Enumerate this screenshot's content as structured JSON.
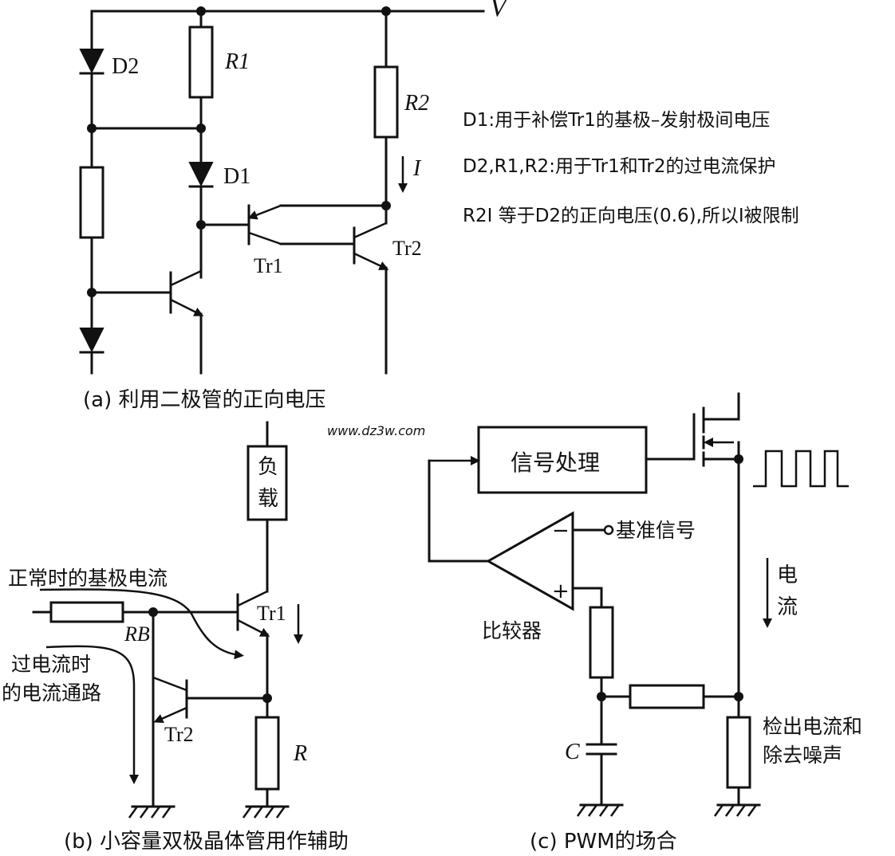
{
  "watermark": "www.dz3w.com",
  "part_a": {
    "caption": "(a) 利用二极管的正向电压",
    "supply_label": "V",
    "d2": "D2",
    "d1": "D1",
    "r1": "R1",
    "r2": "R2",
    "current": "I",
    "tr1": "Tr1",
    "tr2": "Tr2",
    "note_lines": [
      "D1:用于补偿Tr1的基极–发射极间电压",
      "D2,R1,R2:用于Tr1和Tr2的过电流保护",
      "R2I 等于D2的正向电压(0.6),所以I被限制"
    ]
  },
  "part_b": {
    "caption": "(b) 小容量双极晶体管用作辅助",
    "load_line1": "负",
    "load_line2": "载",
    "normal_base_current": "正常时的基极电流",
    "overcurrent_path_line1": "过电流时",
    "overcurrent_path_line2": "的电流通路",
    "rb": "RB",
    "tr1": "Tr1",
    "tr2": "Tr2",
    "r": "R"
  },
  "part_c": {
    "caption": "(c) PWM的场合",
    "signal_processing": "信号处理",
    "reference_signal": "基准信号",
    "comparator": "比较器",
    "minus": "−",
    "plus": "+",
    "current_line1": "电",
    "current_line2": "流",
    "sense_line1": "检出电流和",
    "sense_line2": "除去噪声",
    "c": "C"
  }
}
